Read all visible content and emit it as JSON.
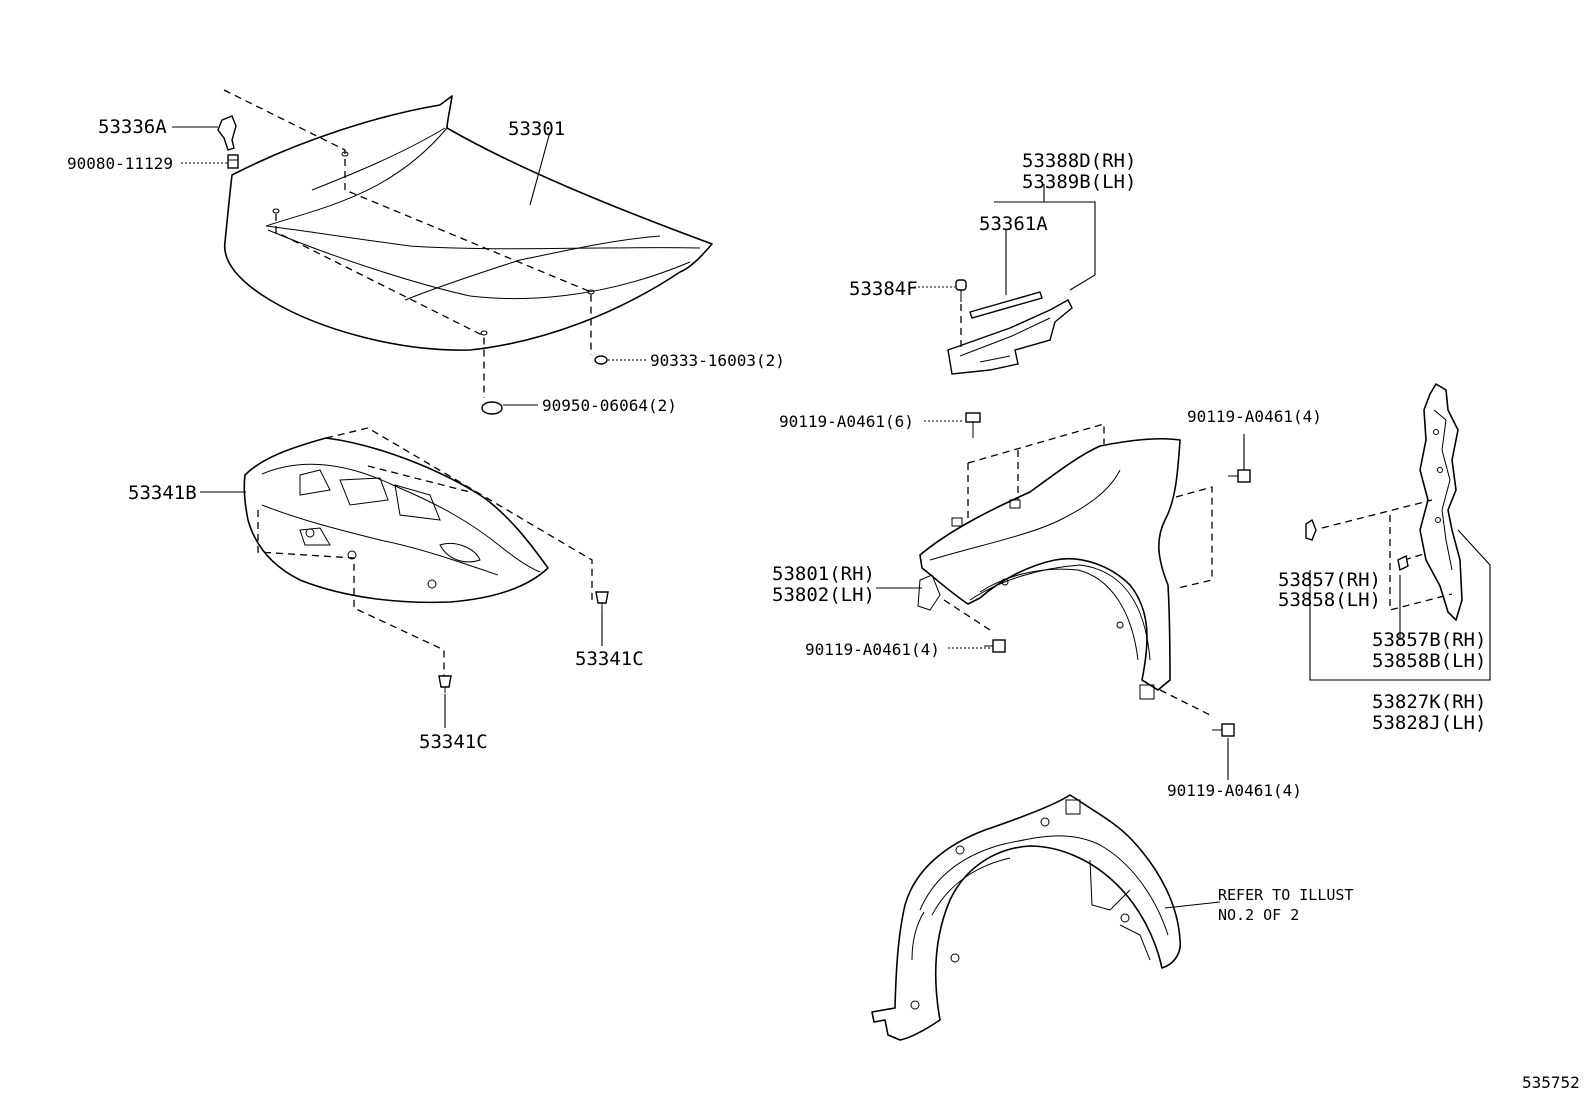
{
  "labels": {
    "hood": "53301",
    "hood_hinge": "53336A",
    "hinge_bolt": "90080-11129",
    "hood_cushion": "90333-16003(2)",
    "hood_plug": "90950-06064(2)",
    "hood_insulator": "53341B",
    "insulator_clip_right": "53341C",
    "insulator_clip_bottom": "53341C",
    "seal_rh": "53388D(RH)",
    "seal_lh": "53389B(LH)",
    "seal_retainer": "53361A",
    "seal_clip": "53384F",
    "fender_bolt_top": "90119-A0461(6)",
    "fender_bolt_right": "90119-A0461(4)",
    "fender_rh": "53801(RH)",
    "fender_lh": "53802(LH)",
    "fender_bolt_front": "90119-A0461(4)",
    "fender_bolt_bottom": "90119-A0461(4)",
    "pad_rh": "53857(RH)",
    "pad_lh": "53858(LH)",
    "pad_b_rh": "53857B(RH)",
    "pad_b_lh": "53858B(LH)",
    "bracket_rh": "53827K(RH)",
    "bracket_lh": "53828J(LH)",
    "refer_line1": "REFER TO ILLUST",
    "refer_line2": "NO.2 OF 2",
    "illustration_id": "535752"
  }
}
